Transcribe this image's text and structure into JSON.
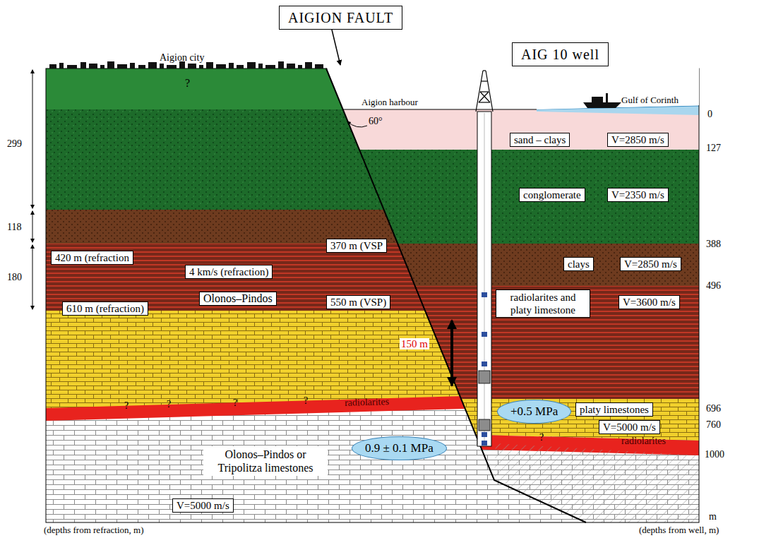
{
  "diagram": {
    "nodes": [
      {
        "text": [
          "AIGION FAULT"
        ]
      },
      {
        "text": [
          "AIG 10 well"
        ]
      },
      {
        "text": [
          "sand – clays"
        ]
      },
      {
        "text": [
          "V=2850 m/s"
        ]
      },
      {
        "text": [
          "conglomerate"
        ]
      },
      {
        "text": [
          "V=2350 m/s"
        ]
      },
      {
        "text": [
          "420 m (refraction"
        ]
      },
      {
        "text": [
          "370 m (VSP"
        ]
      },
      {
        "text": [
          "4 km/s (refraction)"
        ]
      },
      {
        "text": [
          "clays"
        ]
      },
      {
        "text": [
          "V=2850 m/s"
        ]
      },
      {
        "text": [
          "radiolarites and platy limestone"
        ]
      },
      {
        "text": [
          "V=3600 m/s"
        ]
      },
      {
        "text": [
          "610 m (refraction)"
        ]
      },
      {
        "text": [
          "Olonos–Pindos"
        ]
      },
      {
        "text": [
          "550 m (VSP)"
        ]
      },
      {
        "text": [
          "platy limestones"
        ]
      },
      {
        "text": [
          "V=5000 m/s"
        ]
      },
      {
        "text": [
          "+0.5 MPa"
        ]
      },
      {
        "text": [
          "Olonos–Pindos or Tripolitza limestones"
        ]
      },
      {
        "text": [
          "0.9 ± 0.1 MPa"
        ]
      },
      {
        "text": [
          "V=5000 m/s"
        ]
      }
    ],
    "labels": [
      "Aigion city",
      "?",
      "Aigion harbour",
      "60°",
      "Gulf of Corinth",
      "0",
      "127",
      "388",
      "496",
      "696",
      "760",
      "1000",
      "m",
      "299",
      "118",
      "180",
      "150 m",
      "radiolarites",
      "?",
      "?",
      "?",
      "?",
      "radiolarites",
      "?",
      "(depths from refraction, m)",
      "(depths from well, m)"
    ]
  }
}
